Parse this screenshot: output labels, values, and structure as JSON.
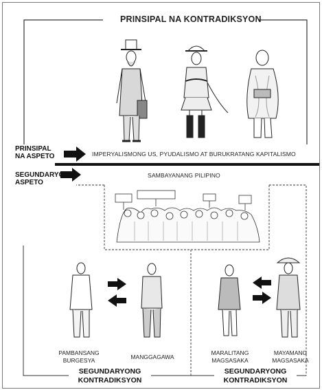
{
  "diagram": {
    "title": "PRINSIPAL NA KONTRADIKSYON",
    "principal_aspect": {
      "line1": "PRINSIPAL",
      "line2": "NA ASPETO"
    },
    "principal_text": "IMPERYALISMONG US, PYUDALISMO AT BURUKRATANG KAPITALISMO",
    "secondary_aspect": {
      "line1": "SEGUNDARYONG",
      "line2": "ASPETO"
    },
    "people": "SAMBAYANANG PILIPINO",
    "left_pair": {
      "a_line1": "PAMBANSANG",
      "a_line2": "BURGESYA",
      "b": "MANGGAGAWA"
    },
    "right_pair": {
      "a_line1": "MARALITANG",
      "a_line2": "MAGSASAKA",
      "b_line1": "MAYAMANG",
      "b_line2": "MAGSASAKA"
    },
    "left_contradiction": {
      "line1": "SEGUNDARYONG",
      "line2": "KONTRADIKSYON"
    },
    "right_contradiction": {
      "line1": "SEGUNDARYONG",
      "line2": "KONTRADIKSYON"
    }
  }
}
